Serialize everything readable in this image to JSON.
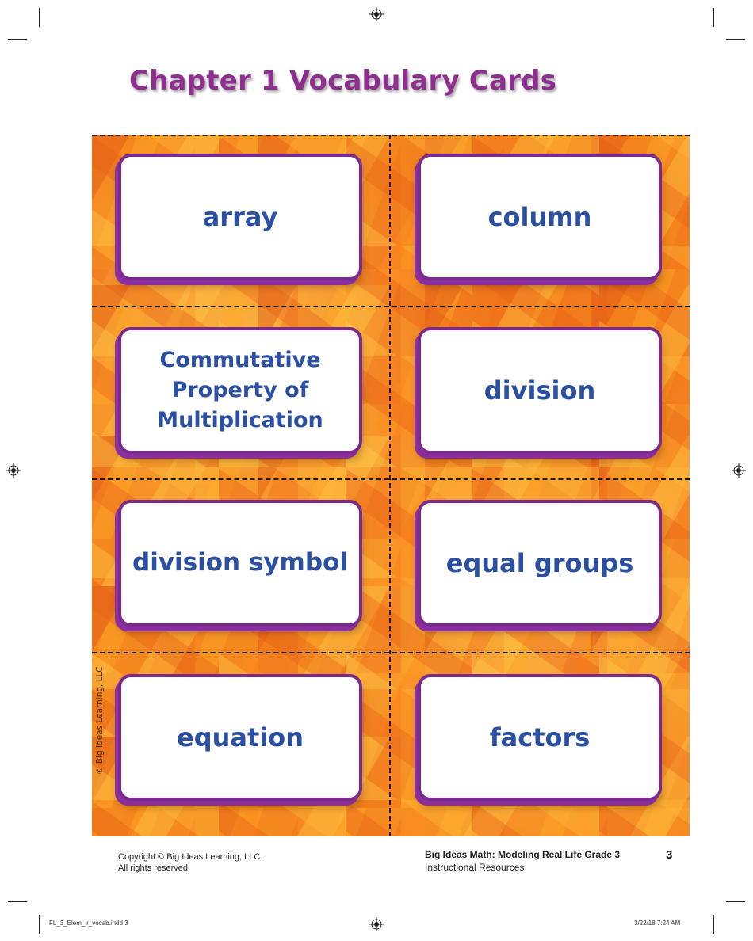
{
  "title": "Chapter 1 Vocabulary Cards",
  "cards": [
    {
      "term": "array"
    },
    {
      "term": "column"
    },
    {
      "term_line1": "Commutative",
      "term_line2": "Property of",
      "term_line3": "Multiplication"
    },
    {
      "term": "division"
    },
    {
      "term": "division symbol"
    },
    {
      "term": "equal groups"
    },
    {
      "term": "equation"
    },
    {
      "term": "factors"
    }
  ],
  "side_copyright": "© Big Ideas Learning, LLC",
  "footer": {
    "copyright_line1": "Copyright © Big Ideas Learning, LLC.",
    "copyright_line2": "All rights reserved.",
    "book_title": "Big Ideas Math: Modeling Real Life Grade 3",
    "book_subtitle": "Instructional Resources",
    "page_number": "3"
  },
  "slug": {
    "file_name": "FL_3_Elem_ir_vocab.indd   3",
    "date_time": "3/22/18   7:24 AM"
  }
}
